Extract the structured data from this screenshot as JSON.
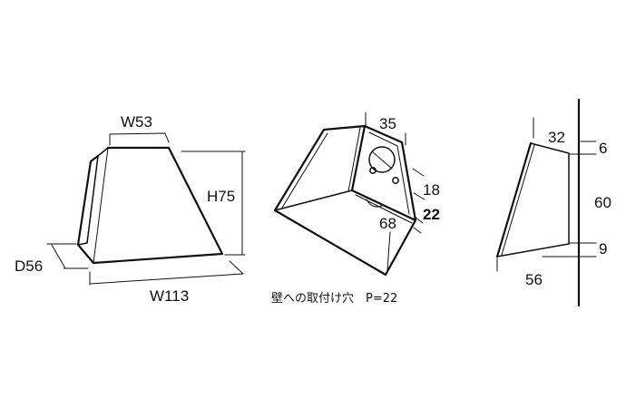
{
  "front_view": {
    "top_width": "W53",
    "height": "H75",
    "depth": "D56",
    "bottom_width": "W113"
  },
  "back_view": {
    "plate_width": "35",
    "dim_18": "18",
    "dim_22": "22",
    "dim_68": "68",
    "caption": "壁への取付け穴　P=22"
  },
  "side_view": {
    "top_depth": "32",
    "top_gap": "6",
    "plate_height": "60",
    "bottom_gap": "9",
    "depth": "56"
  },
  "colors": {
    "line": "#111111",
    "background": "#ffffff"
  }
}
